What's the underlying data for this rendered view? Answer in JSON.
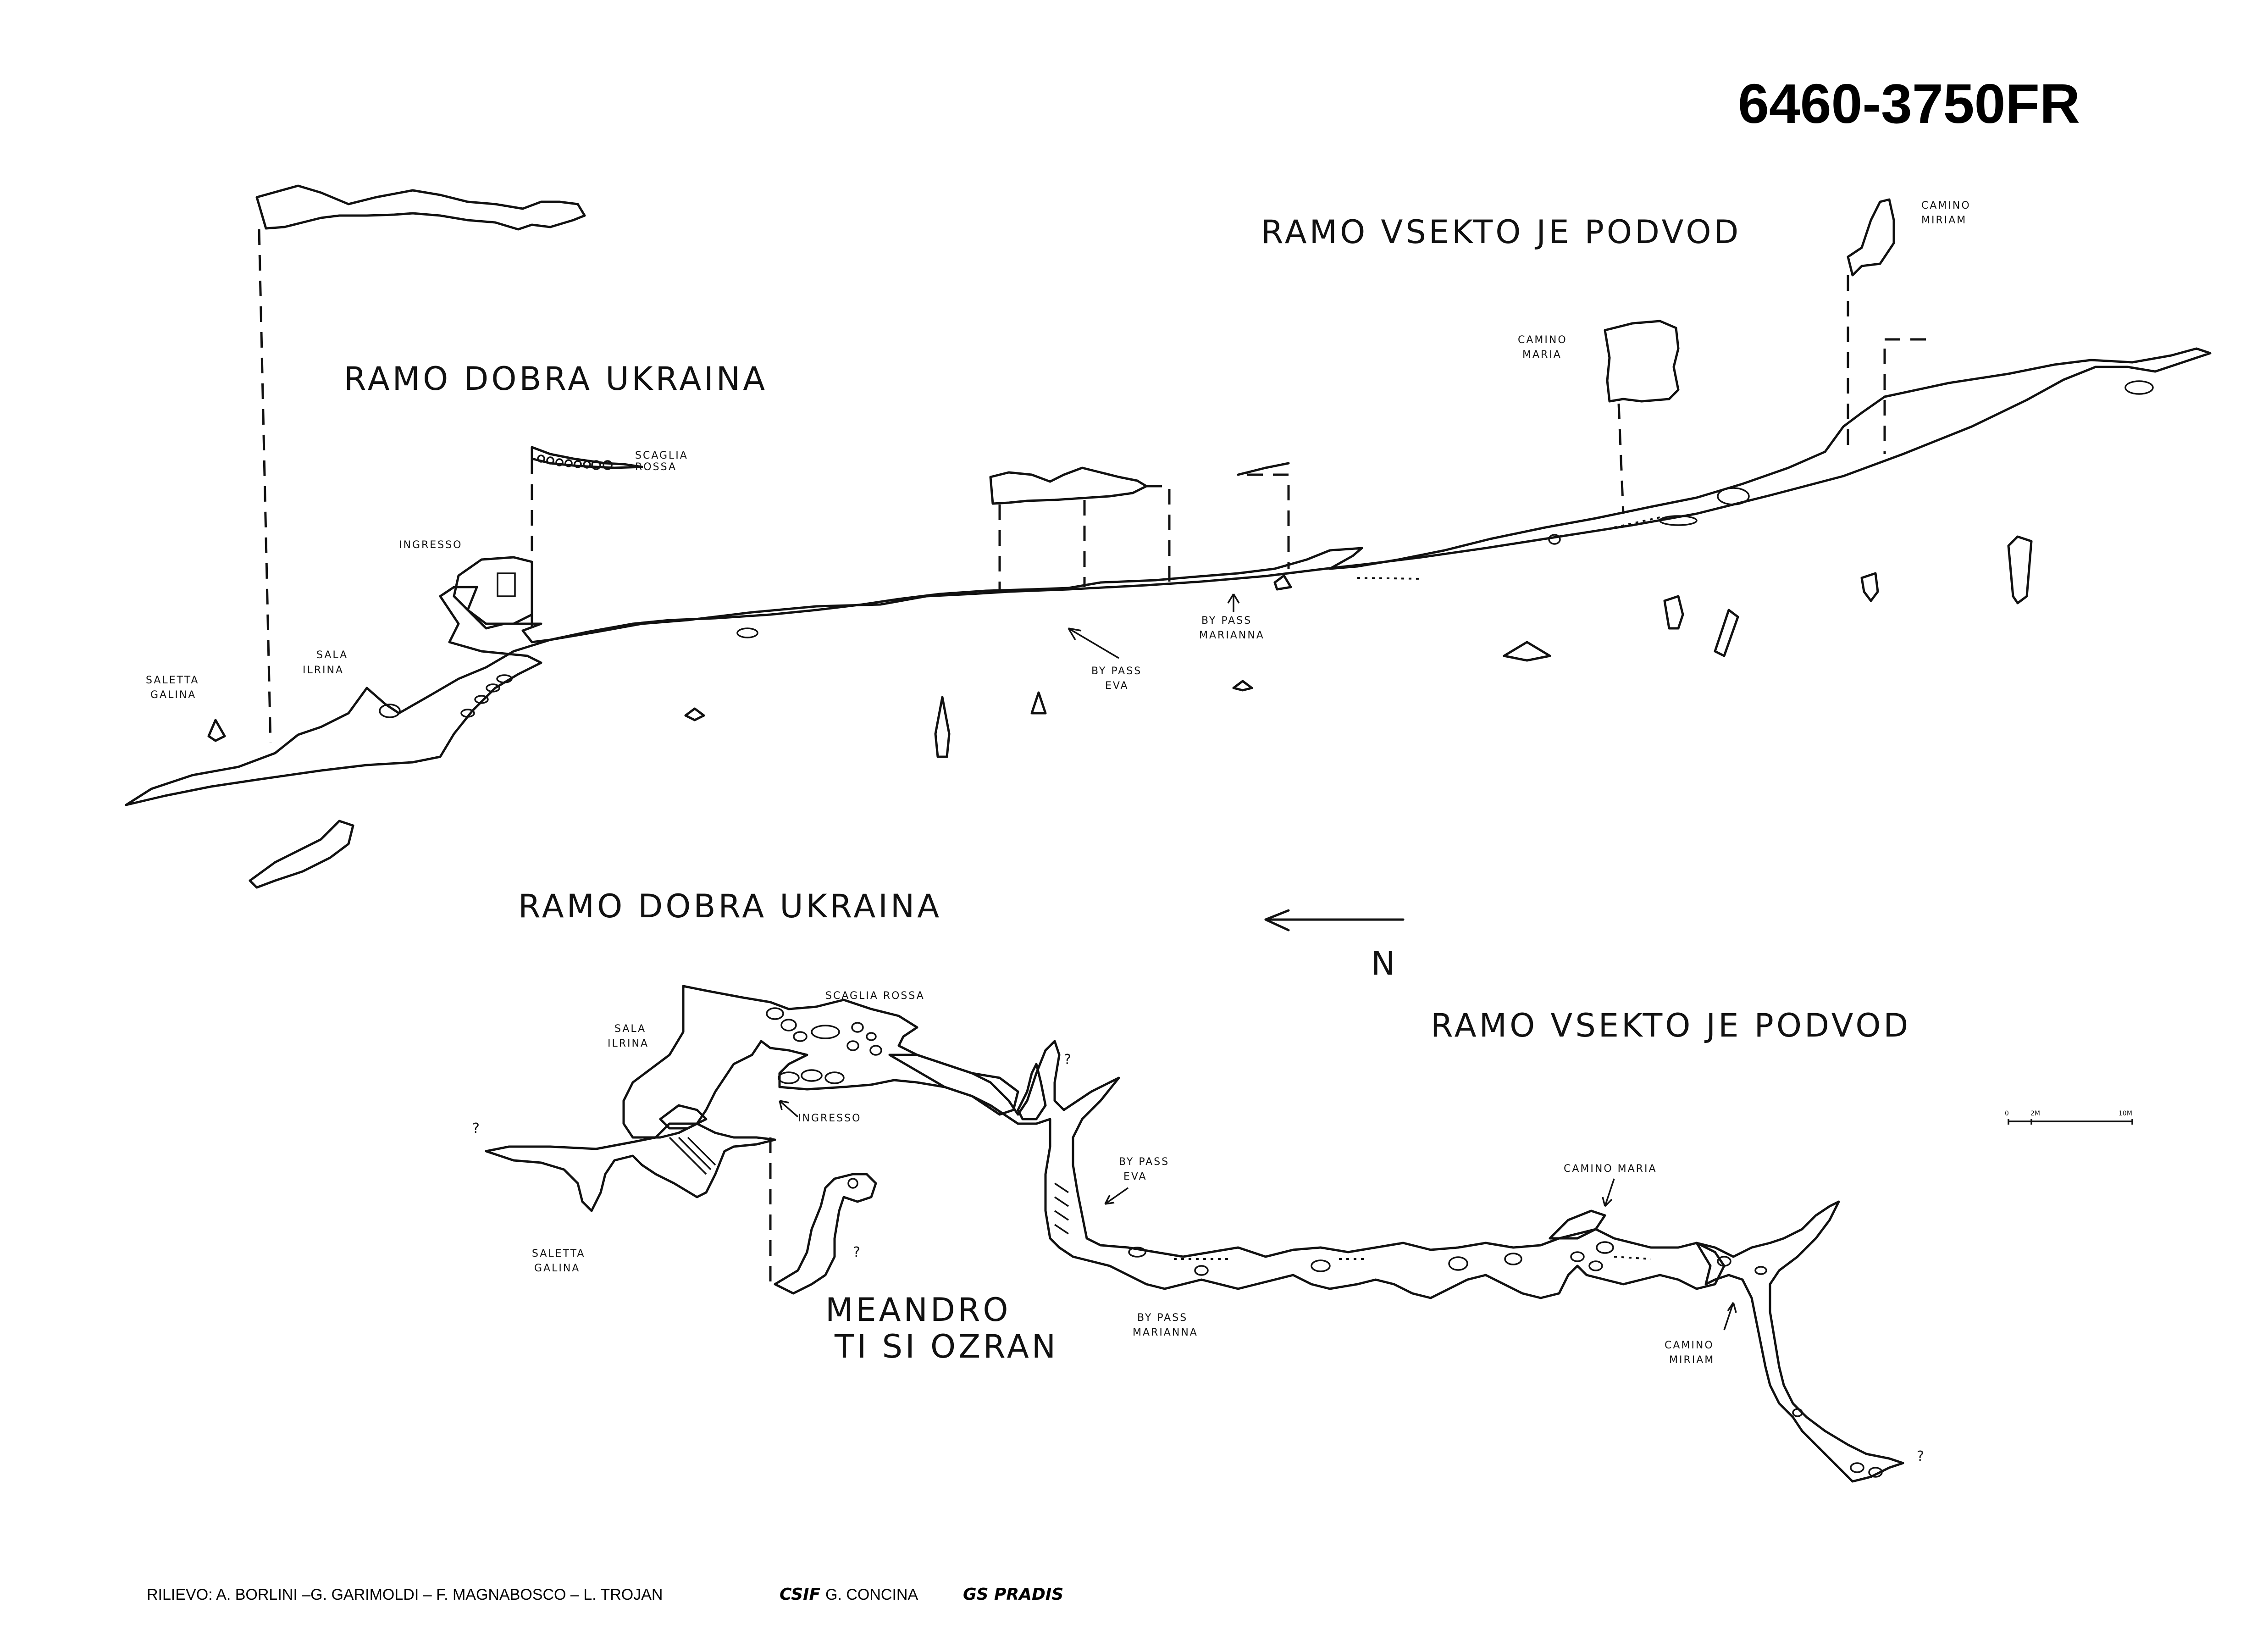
{
  "map_code": "6460-3750FR",
  "section_labels": {
    "ramo_dobra_ukraina": "RAMO DOBRA UKRAINA",
    "ramo_vsekto_je_podvod": "RAMO VSEKTO JE PODVOD",
    "meandro_line1": "MEANDRO",
    "meandro_line2": "TI SI OZRAN"
  },
  "profile_labels": {
    "ingresso": "INGRESSO",
    "scaglia_rossa_1": "SCAGLIA",
    "scaglia_rossa_2": "ROSSA",
    "sala_ilrina_1": "SALA",
    "sala_ilrina_2": "ILRINA",
    "saletta_galina_1": "SALETTA",
    "saletta_galina_2": "GALINA",
    "by_pass_eva_1": "BY PASS",
    "by_pass_eva_2": "EVA",
    "by_pass_marianna_1": "BY PASS",
    "by_pass_marianna_2": "MARIANNA",
    "camino_maria_1": "CAMINO",
    "camino_maria_2": "MARIA",
    "camino_miriam_1": "CAMINO",
    "camino_miriam_2": "MIRIAM"
  },
  "plan_labels": {
    "scaglia_rossa": "SCAGLIA ROSSA",
    "sala_ilrina_1": "SALA",
    "sala_ilrina_2": "ILRINA",
    "ingresso": "INGRESSO",
    "saletta_galina_1": "SALETTA",
    "saletta_galina_2": "GALINA",
    "by_pass_eva_1": "BY PASS",
    "by_pass_eva_2": "EVA",
    "by_pass_marianna_1": "BY PASS",
    "by_pass_marianna_2": "MARIANNA",
    "camino_maria": "CAMINO MARIA",
    "camino_miriam_1": "CAMINO",
    "camino_miriam_2": "MIRIAM",
    "question_mark": "?"
  },
  "north_label": "N",
  "scale_bar": {
    "left_label": "0",
    "mid_label": "2M",
    "right_label": "10M"
  },
  "credits": {
    "prefix": "RILIEVO: A. BORLINI –G. GARIMOLDI – F. MAGNABOSCO – L. TROJAN",
    "club1": "CSIF",
    "middle": "G. CONCINA",
    "club2": "GS PRADIS"
  }
}
